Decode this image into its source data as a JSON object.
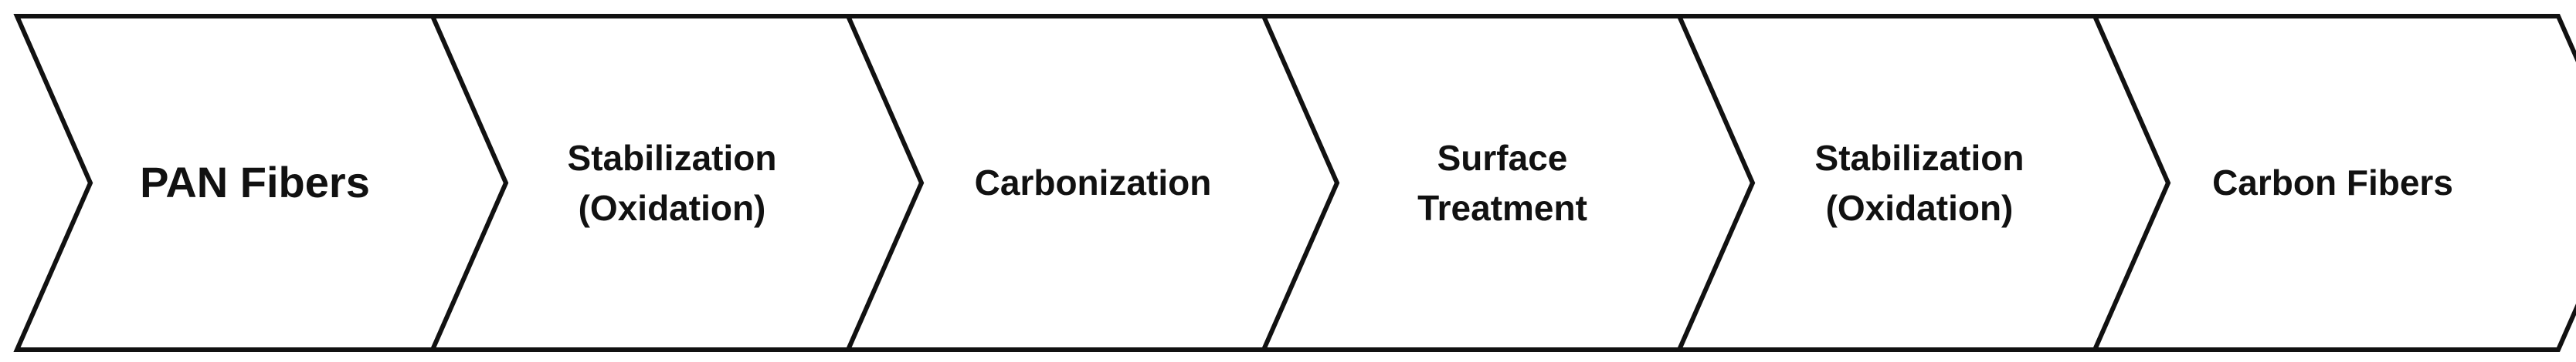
{
  "steps": [
    {
      "label": "PAN Fibers"
    },
    {
      "label": "Stabilization\n(Oxidation)"
    },
    {
      "label": "Carbonization"
    },
    {
      "label": "Surface\nTreatment"
    },
    {
      "label": "Stabilization\n(Oxidation)"
    },
    {
      "label": "Carbon Fibers"
    }
  ],
  "colors": {
    "stroke": "#111111",
    "fill": "#ffffff",
    "text": "#111111"
  }
}
